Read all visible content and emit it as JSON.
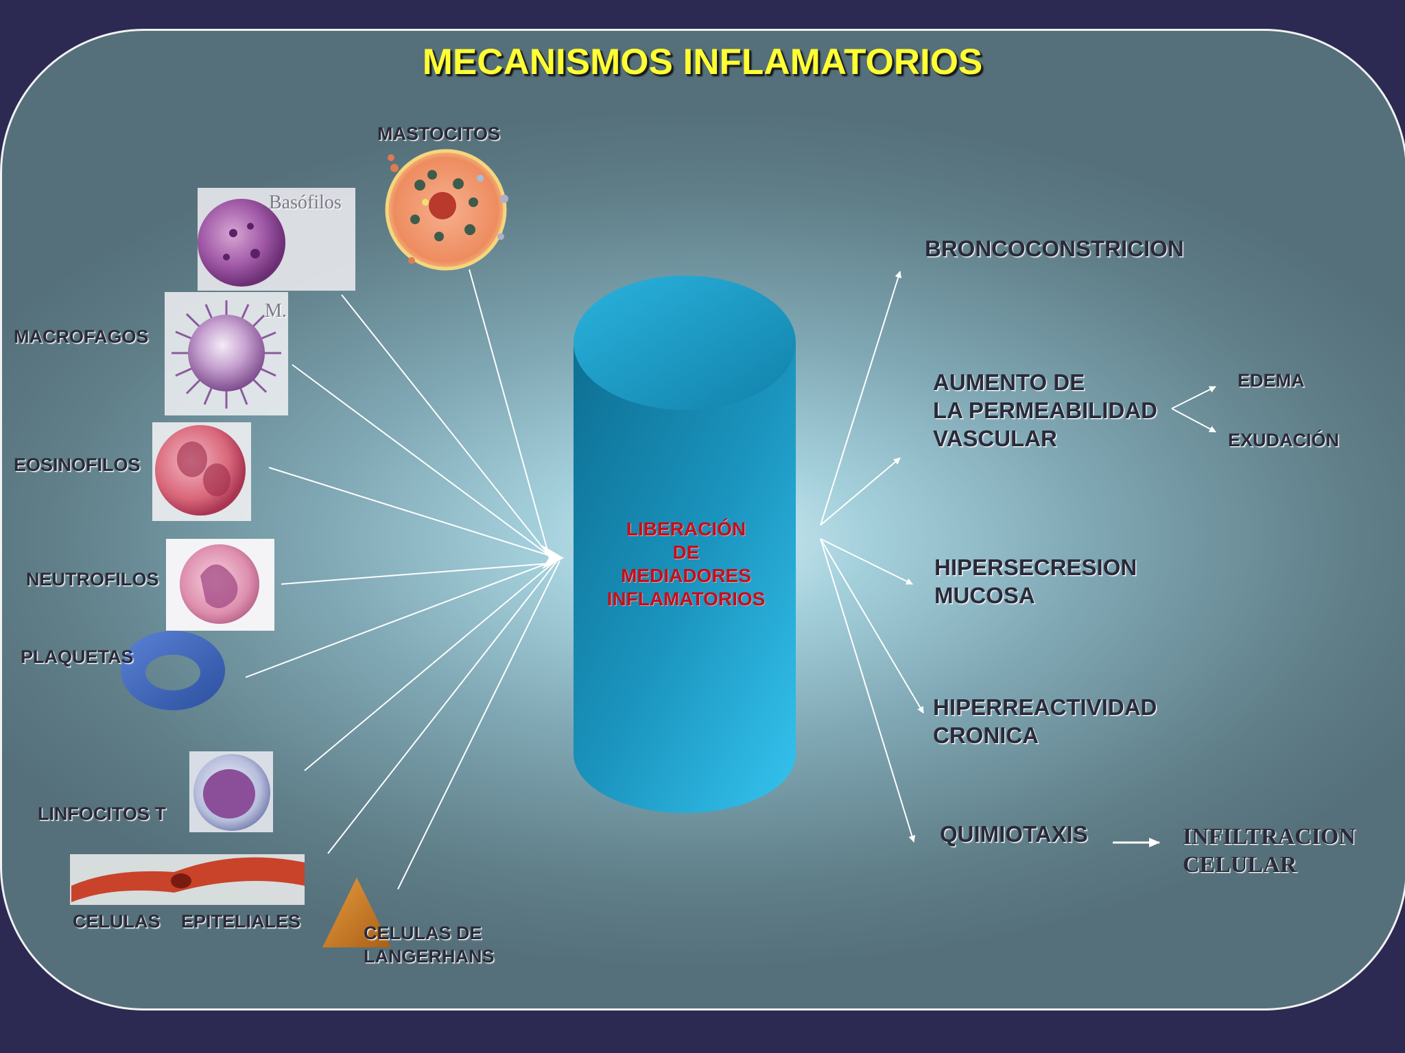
{
  "title": "MECANISMOS INFLAMATORIOS",
  "center": {
    "lines": [
      "LIBERACIÓN",
      "DE",
      "MEDIADORES",
      "INFLAMATORIOS"
    ]
  },
  "cells": {
    "mastocitos": "MASTOCITOS",
    "basofilos_caption": "Basófilos",
    "macrofagos_caption": "M.",
    "macrofagos": "MACROFAGOS",
    "eosinofilos": "EOSINOFILOS",
    "neutrofilos": "NEUTROFILOS",
    "plaquetas": "PLAQUETAS",
    "linfocitos": "LINFOCITOS T",
    "celulas": "CELULAS",
    "epiteliales": "EPITELIALES",
    "langerhans": [
      "CELULAS DE",
      "LANGERHANS"
    ]
  },
  "effects": {
    "bronco": "BRONCOCONSTRICION",
    "permeabilidad": [
      "AUMENTO DE",
      "LA PERMEABILIDAD",
      "VASCULAR"
    ],
    "edema": "EDEMA",
    "exudacion": "EXUDACIÓN",
    "hipersecrecion": [
      "HIPERSECRESION",
      "MUCOSA"
    ],
    "hiperreactividad": [
      "HIPERREACTIVIDAD",
      "CRONICA"
    ],
    "quimiotaxis": "QUIMIOTAXIS",
    "infiltracion": [
      "INFILTRACION",
      "CELULAR"
    ]
  },
  "colors": {
    "title": "#ffff33",
    "center_text": "#c01020",
    "cylinder": "#1e9ec8",
    "arrows": "#ffffff"
  }
}
